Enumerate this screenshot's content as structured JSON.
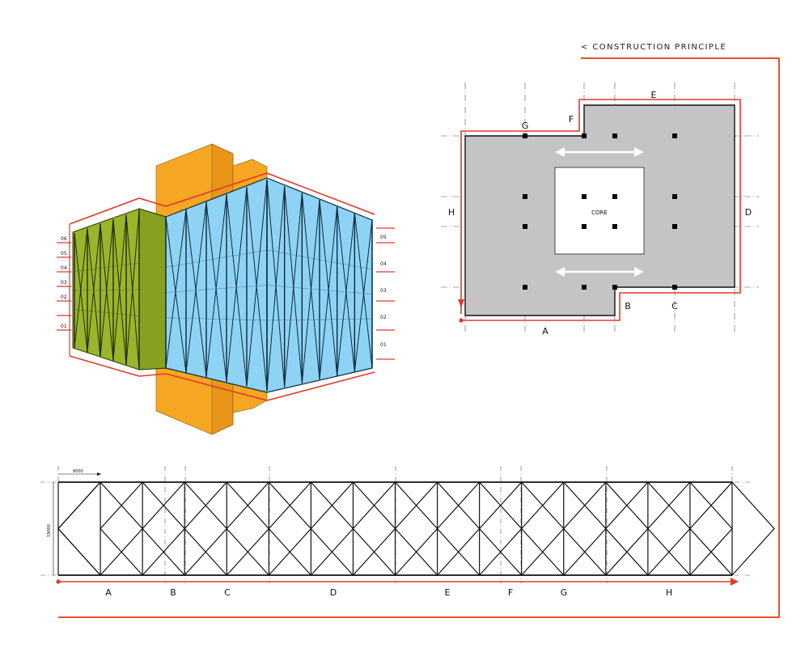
{
  "header": {
    "title": "< CONSTRUCTION PRINCIPLE"
  },
  "colors": {
    "accent_red": "#e23a2a",
    "core_orange": "#f5a623",
    "facade_blue": "#8fd3f4",
    "facade_green": "#9bb52a",
    "plan_grey": "#c4c4c4"
  },
  "axon": {
    "left_levels": [
      "06",
      "05",
      "04",
      "03",
      "02",
      "01"
    ],
    "right_levels": [
      "05",
      "04",
      "03",
      "02",
      "01"
    ]
  },
  "plan": {
    "core_label": "CORE",
    "facade_labels": {
      "a": "A",
      "b": "B",
      "c": "C",
      "d": "D",
      "e": "E",
      "f": "F",
      "g": "G",
      "h": "H"
    }
  },
  "elevation": {
    "module_label": "8000",
    "height_label": "19000",
    "segment_labels": [
      "A",
      "B",
      "C",
      "D",
      "E",
      "F",
      "G",
      "H"
    ]
  }
}
